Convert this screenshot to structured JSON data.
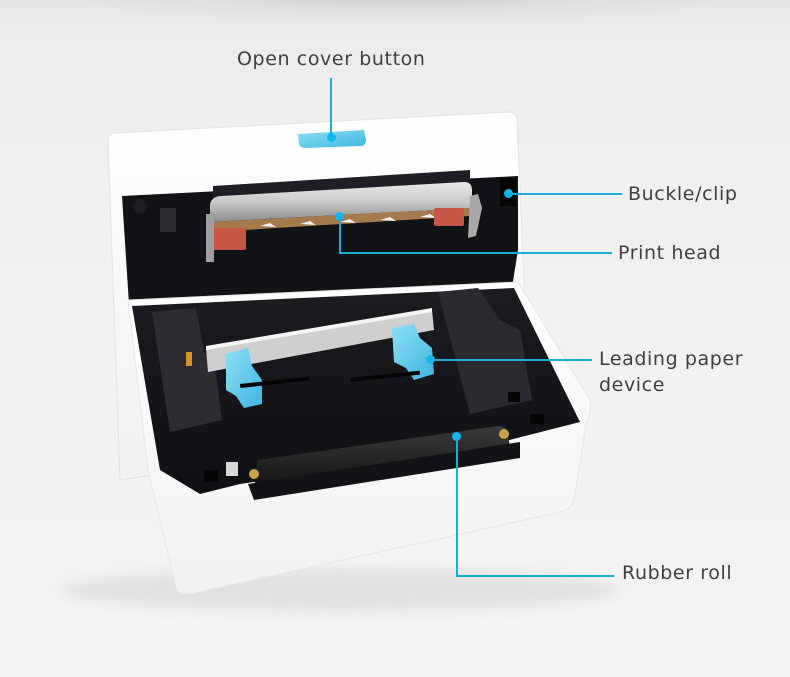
{
  "figure": {
    "subject": "thermal label printer with open cover",
    "accent_color": "#1aaed6",
    "text_color": "#3f3f3f"
  },
  "callouts": {
    "open_cover_button": {
      "label": "Open cover button"
    },
    "buckle_clip": {
      "label": "Buckle/clip"
    },
    "print_head": {
      "label": "Print head"
    },
    "leading_paper_device": {
      "label_line1": "Leading paper",
      "label_line2": "device"
    },
    "rubber_roll": {
      "label": "Rubber roll"
    }
  }
}
